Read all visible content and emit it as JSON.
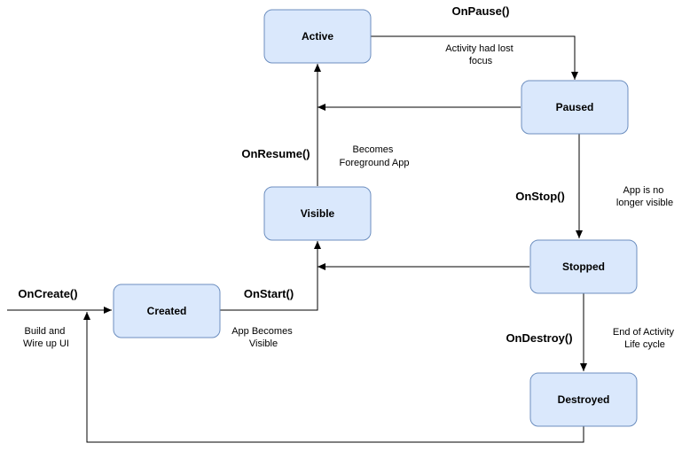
{
  "nodes": {
    "active": "Active",
    "paused": "Paused",
    "visible": "Visible",
    "stopped": "Stopped",
    "created": "Created",
    "destroyed": "Destroyed"
  },
  "methods": {
    "on_pause": "OnPause()",
    "on_resume": "OnResume()",
    "on_stop": "OnStop()",
    "on_create": "OnCreate()",
    "on_start": "OnStart()",
    "on_destroy": "OnDestroy()"
  },
  "notes": {
    "lost_focus": [
      "Activity had lost",
      "focus"
    ],
    "foreground": [
      "Becomes",
      "Foreground App"
    ],
    "no_longer_visible": [
      "App is no",
      "longer visible"
    ],
    "build_ui": [
      "Build and",
      "Wire up UI"
    ],
    "app_visible": [
      "App Becomes",
      "Visible"
    ],
    "end_lifecycle": [
      "End of Activity",
      "Life cycle"
    ]
  },
  "colors": {
    "node_fill": "#dae8fc",
    "node_stroke": "#6c8ebf",
    "edge": "#000000"
  }
}
